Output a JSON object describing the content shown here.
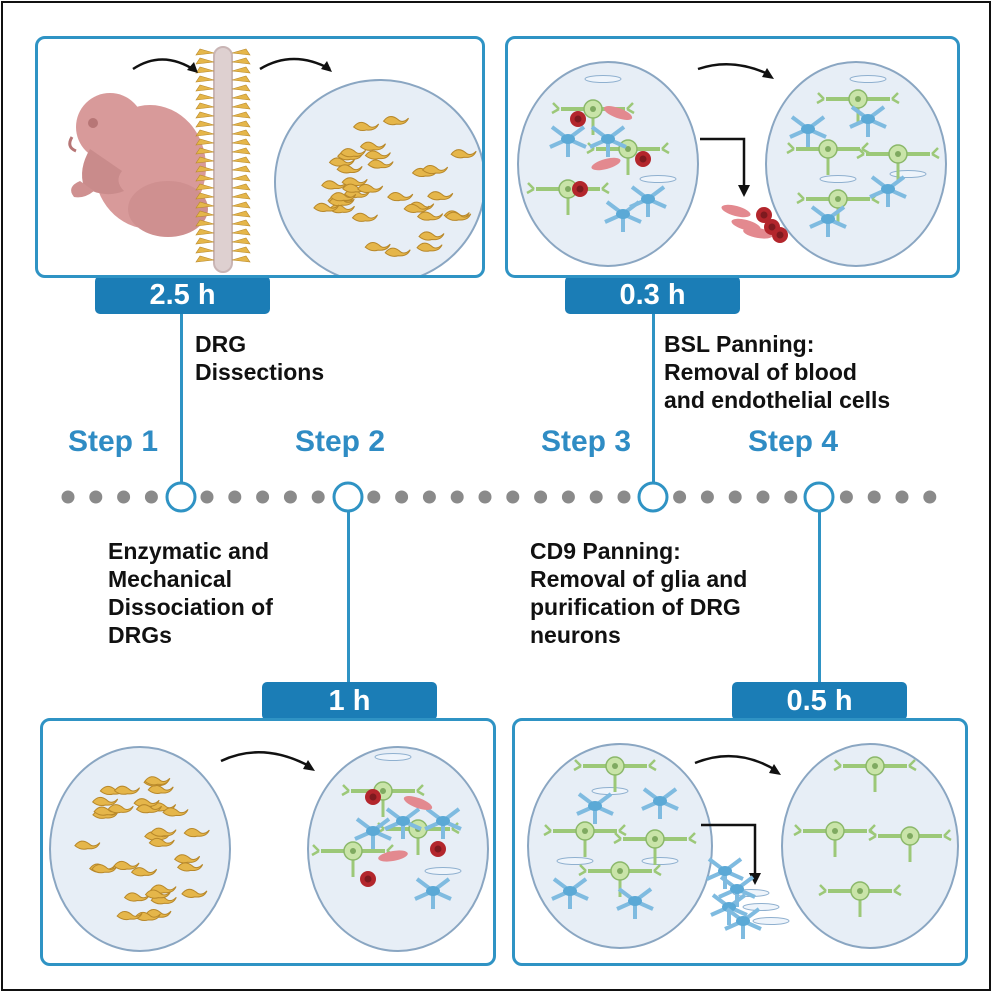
{
  "colors": {
    "accent": "#2f93c4",
    "tab": "#1b7db6",
    "step_text": "#2f8cc4",
    "neuron": "#c9e4a8",
    "glia": "#5ba9d6",
    "blood": "#b3262c",
    "endothelial": "#e3898f",
    "dissociated_cell": "#e5b64a",
    "embryo": "#d89a9a"
  },
  "steps": [
    {
      "label": "Step 1",
      "duration": "2.5 h",
      "description": [
        "DRG",
        "Dissections"
      ]
    },
    {
      "label": "Step 2",
      "duration": "1 h",
      "description": [
        "Enzymatic and",
        "Mechanical",
        "Dissociation of",
        "DRGs"
      ]
    },
    {
      "label": "Step 3",
      "duration": "0.3 h",
      "description": [
        "BSL Panning:",
        "Removal of blood",
        "and endothelial cells"
      ]
    },
    {
      "label": "Step 4",
      "duration": "0.5 h",
      "description": [
        "CD9 Panning:",
        "Removal of glia and",
        "purification of DRG",
        "neurons"
      ]
    }
  ],
  "icons": [
    "embryo-icon",
    "spinal-column-icon",
    "dissociated-cells-icon",
    "mixed-cells-icon",
    "neuron-icon",
    "glia-icon",
    "red-blood-cell-icon",
    "endothelial-cell-icon",
    "arrow-icon"
  ]
}
